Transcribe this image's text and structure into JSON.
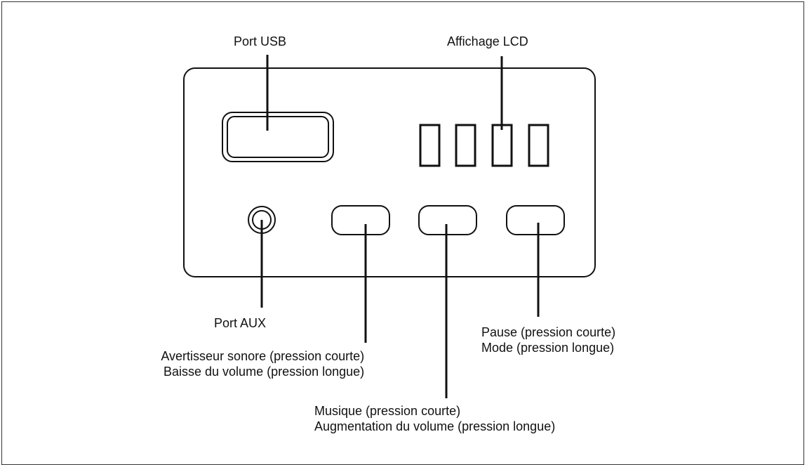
{
  "labels": {
    "usb": "Port USB",
    "lcd": "Affichage LCD",
    "aux": "Port AUX",
    "horn": {
      "line1": "Avertisseur sonore (pression courte)",
      "line2": "Baisse du volume (pression longue)"
    },
    "music": {
      "line1": "Musique (pression courte)",
      "line2": "Augmentation du volume (pression longue)"
    },
    "pause": {
      "line1": "Pause (pression courte)",
      "line2": "Mode (pression longue)"
    }
  },
  "colors": {
    "stroke": "#111111",
    "background": "#ffffff"
  }
}
